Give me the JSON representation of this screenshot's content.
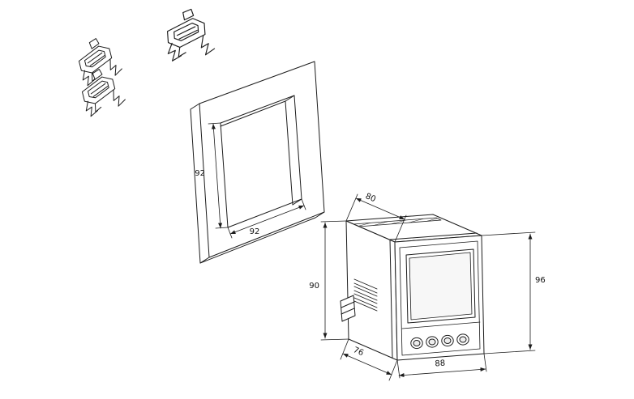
{
  "style": {
    "line_color": "#1c1c1c"
  },
  "dimensions": {
    "cutout_height": "92",
    "cutout_width": "92",
    "meter_depth_top": "80",
    "meter_body_height": "90",
    "meter_front_height": "96",
    "meter_depth_bottom": "76",
    "meter_front_width": "88"
  }
}
